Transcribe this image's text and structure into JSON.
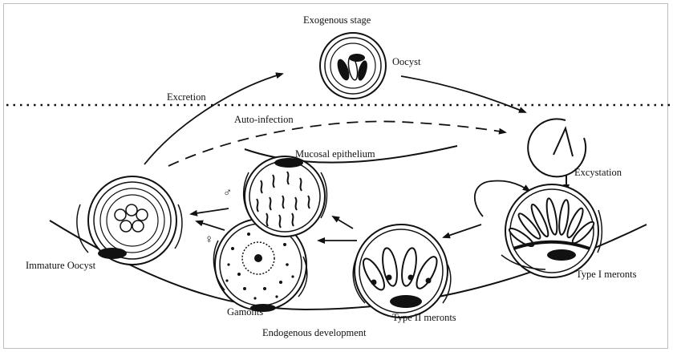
{
  "labels": {
    "exogenous_stage": "Exogenous stage",
    "oocyst": "Oocyst",
    "excretion": "Excretion",
    "auto_infection": "Auto-infection",
    "excystation": "Excystation",
    "mucosal_epithelium": "Mucosal epithelium",
    "male_symbol": "♂",
    "female_symbol": "♀",
    "immature_oocyst": "Immature Oocyst",
    "gamonts": "Gamonts",
    "type_ii_meronts": "Type II meronts",
    "type_i_meronts": "Type I meronts",
    "endogenous_development": "Endogenous  development"
  },
  "colors": {
    "ink": "#111111",
    "background": "#ffffff"
  }
}
